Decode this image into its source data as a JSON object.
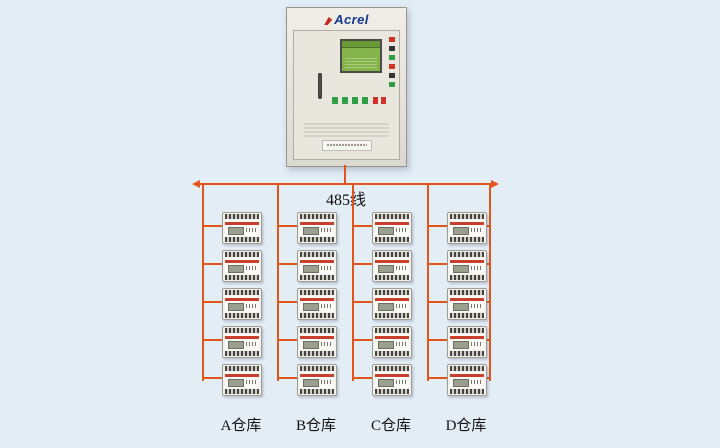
{
  "cabinet": {
    "brand": "Acrel"
  },
  "bus": {
    "label": "485线",
    "color": "#e2561b"
  },
  "colors": {
    "background": "#e3edf6",
    "device_accent": "#c8402c",
    "screen": "#85b34c"
  },
  "columns": [
    {
      "label": "A仓库",
      "devices": 5
    },
    {
      "label": "B仓库",
      "devices": 5
    },
    {
      "label": "C仓库",
      "devices": 5
    },
    {
      "label": "D仓库",
      "devices": 5
    }
  ]
}
